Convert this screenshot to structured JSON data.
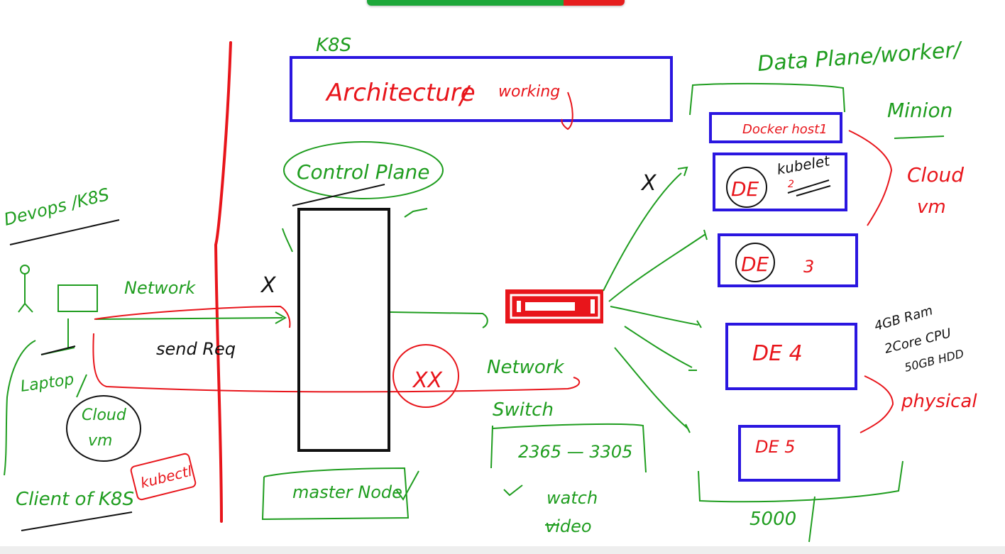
{
  "colors": {
    "red": "#e8151b",
    "green": "#1f9d1f",
    "blue": "#2a16e0",
    "black": "#111111"
  },
  "title": {
    "k8s": "K8S",
    "architecture": "Architecture",
    "slash": "/",
    "working": "working"
  },
  "left": {
    "devops": "Devops /K8S",
    "network": "Network",
    "send_req": "send Req",
    "laptop": "Laptop",
    "cloud": "Cloud",
    "vm": "vm",
    "client_of_k8s": "Client of K8S",
    "kubectl": "kubectl"
  },
  "control": {
    "control_plane": "Control Plane",
    "master_node": "master Node",
    "xx": "XX"
  },
  "switch": {
    "network": "Network",
    "switch": "Switch",
    "range": "2365 — 3305",
    "watch": "watch",
    "video": "video"
  },
  "right": {
    "data_plane": "Data Plane/worker/",
    "minion": "Minion",
    "docker_host": "Docker host1",
    "kubelet": "kubelet",
    "n2": "2",
    "de": "DE",
    "n3": "3",
    "de4": "DE 4",
    "de5": "DE 5",
    "cloud": "Cloud",
    "vm": "vm",
    "specs1": "4GB Ram",
    "specs2": "2Core CPU",
    "specs3": "50GB HDD",
    "physical": "physical",
    "count": "5000",
    "x_mark": "X"
  }
}
